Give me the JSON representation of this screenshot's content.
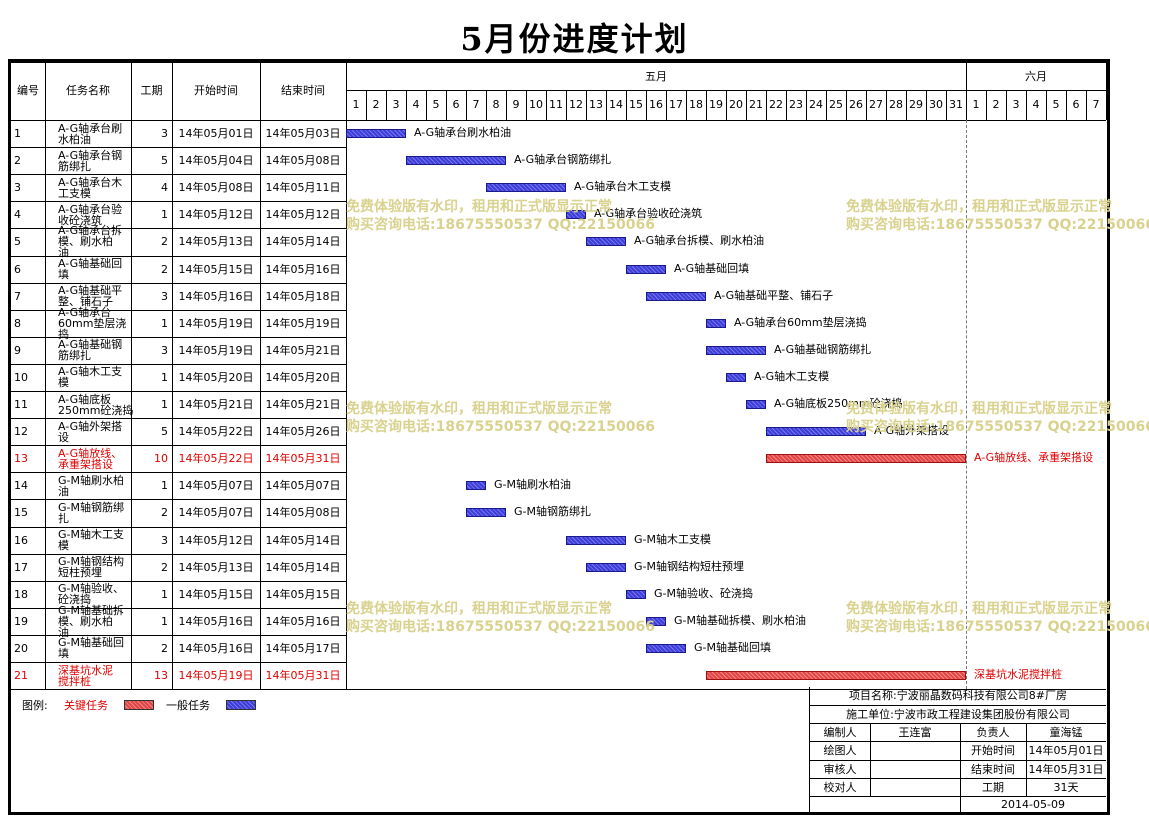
{
  "title": "5月份进度计划",
  "header": {
    "col_id": "编号",
    "col_name": "任务名称",
    "col_duration": "工期",
    "col_start": "开始时间",
    "col_end": "结束时间",
    "month1": "五月",
    "month2": "六月",
    "days1": [
      "1",
      "2",
      "3",
      "4",
      "5",
      "6",
      "7",
      "8",
      "9",
      "10",
      "11",
      "12",
      "13",
      "14",
      "15",
      "16",
      "17",
      "18",
      "19",
      "20",
      "21",
      "22",
      "23",
      "24",
      "25",
      "26",
      "27",
      "28",
      "29",
      "30",
      "31"
    ],
    "days2": [
      "1",
      "2",
      "3",
      "4",
      "5",
      "6",
      "7"
    ]
  },
  "tasks": [
    {
      "id": "1",
      "name": [
        "A-G轴承台刷",
        "水柏油"
      ],
      "duration": "3",
      "start": "14年05月01日",
      "end": "14年05月03日",
      "s": 1,
      "e": 3,
      "critical": false,
      "bar_label": "A-G轴承台刷水柏油"
    },
    {
      "id": "2",
      "name": [
        "A-G轴承台钢",
        "筋绑扎"
      ],
      "duration": "5",
      "start": "14年05月04日",
      "end": "14年05月08日",
      "s": 4,
      "e": 8,
      "critical": false,
      "bar_label": "A-G轴承台钢筋绑扎"
    },
    {
      "id": "3",
      "name": [
        "A-G轴承台木",
        "工支模"
      ],
      "duration": "4",
      "start": "14年05月08日",
      "end": "14年05月11日",
      "s": 8,
      "e": 11,
      "critical": false,
      "bar_label": "A-G轴承台木工支模"
    },
    {
      "id": "4",
      "name": [
        "A-G轴承台验",
        "收砼浇筑"
      ],
      "duration": "1",
      "start": "14年05月12日",
      "end": "14年05月12日",
      "s": 12,
      "e": 12,
      "critical": false,
      "bar_label": "A-G轴承台验收砼浇筑"
    },
    {
      "id": "5",
      "name": [
        "A-G轴承台拆",
        "模、刷水柏",
        "油"
      ],
      "duration": "2",
      "start": "14年05月13日",
      "end": "14年05月14日",
      "s": 13,
      "e": 14,
      "critical": false,
      "bar_label": "A-G轴承台拆模、刷水柏油"
    },
    {
      "id": "6",
      "name": [
        "A-G轴基础回",
        "填"
      ],
      "duration": "2",
      "start": "14年05月15日",
      "end": "14年05月16日",
      "s": 15,
      "e": 16,
      "critical": false,
      "bar_label": "A-G轴基础回填"
    },
    {
      "id": "7",
      "name": [
        "A-G轴基础平",
        "整、铺石子"
      ],
      "duration": "3",
      "start": "14年05月16日",
      "end": "14年05月18日",
      "s": 16,
      "e": 18,
      "critical": false,
      "bar_label": "A-G轴基础平整、铺石子"
    },
    {
      "id": "8",
      "name": [
        "A-G轴承台",
        "60mm垫层浇",
        "捣"
      ],
      "duration": "1",
      "start": "14年05月19日",
      "end": "14年05月19日",
      "s": 19,
      "e": 19,
      "critical": false,
      "bar_label": "A-G轴承台60mm垫层浇捣"
    },
    {
      "id": "9",
      "name": [
        "A-G轴基础钢",
        "筋绑扎"
      ],
      "duration": "3",
      "start": "14年05月19日",
      "end": "14年05月21日",
      "s": 19,
      "e": 21,
      "critical": false,
      "bar_label": "A-G轴基础钢筋绑扎"
    },
    {
      "id": "10",
      "name": [
        "A-G轴木工支",
        "模"
      ],
      "duration": "1",
      "start": "14年05月20日",
      "end": "14年05月20日",
      "s": 20,
      "e": 20,
      "critical": false,
      "bar_label": "A-G轴木工支模"
    },
    {
      "id": "11",
      "name": [
        "A-G轴底板",
        "250mm砼浇捣"
      ],
      "duration": "1",
      "start": "14年05月21日",
      "end": "14年05月21日",
      "s": 21,
      "e": 21,
      "critical": false,
      "bar_label": "A-G轴底板250mm砼浇捣"
    },
    {
      "id": "12",
      "name": [
        "A-G轴外架搭",
        "设"
      ],
      "duration": "5",
      "start": "14年05月22日",
      "end": "14年05月26日",
      "s": 22,
      "e": 26,
      "critical": false,
      "bar_label": "A-G轴外架搭设"
    },
    {
      "id": "13",
      "name": [
        "A-G轴放线、",
        "承重架搭设"
      ],
      "duration": "10",
      "start": "14年05月22日",
      "end": "14年05月31日",
      "s": 22,
      "e": 31,
      "critical": true,
      "bar_label": "A-G轴放线、承重架搭设"
    },
    {
      "id": "14",
      "name": [
        "G-M轴刷水柏",
        "油"
      ],
      "duration": "1",
      "start": "14年05月07日",
      "end": "14年05月07日",
      "s": 7,
      "e": 7,
      "critical": false,
      "bar_label": "G-M轴刷水柏油"
    },
    {
      "id": "15",
      "name": [
        "G-M轴钢筋绑",
        "扎"
      ],
      "duration": "2",
      "start": "14年05月07日",
      "end": "14年05月08日",
      "s": 7,
      "e": 8,
      "critical": false,
      "bar_label": "G-M轴钢筋绑扎"
    },
    {
      "id": "16",
      "name": [
        "G-M轴木工支",
        "模"
      ],
      "duration": "3",
      "start": "14年05月12日",
      "end": "14年05月14日",
      "s": 12,
      "e": 14,
      "critical": false,
      "bar_label": "G-M轴木工支模"
    },
    {
      "id": "17",
      "name": [
        "G-M轴钢结构",
        "短柱预埋"
      ],
      "duration": "2",
      "start": "14年05月13日",
      "end": "14年05月14日",
      "s": 13,
      "e": 14,
      "critical": false,
      "bar_label": "G-M轴钢结构短柱预埋"
    },
    {
      "id": "18",
      "name": [
        "G-M轴验收、",
        "砼浇捣"
      ],
      "duration": "1",
      "start": "14年05月15日",
      "end": "14年05月15日",
      "s": 15,
      "e": 15,
      "critical": false,
      "bar_label": "G-M轴验收、砼浇捣"
    },
    {
      "id": "19",
      "name": [
        "G-M轴基础拆",
        "模、刷水柏",
        "油"
      ],
      "duration": "1",
      "start": "14年05月16日",
      "end": "14年05月16日",
      "s": 16,
      "e": 16,
      "critical": false,
      "bar_label": "G-M轴基础拆模、刷水柏油"
    },
    {
      "id": "20",
      "name": [
        "G-M轴基础回",
        "填"
      ],
      "duration": "2",
      "start": "14年05月16日",
      "end": "14年05月17日",
      "s": 16,
      "e": 17,
      "critical": false,
      "bar_label": "G-M轴基础回填"
    },
    {
      "id": "21",
      "name": [
        "深基坑水泥",
        "搅拌桩"
      ],
      "duration": "13",
      "start": "14年05月19日",
      "end": "14年05月31日",
      "s": 19,
      "e": 31,
      "critical": true,
      "bar_label": "深基坑水泥搅拌桩"
    }
  ],
  "watermark": {
    "line1": "免费体验版有水印，租用和正式版显示正常",
    "line2": "购买咨询电话:18675550537 QQ:22150066"
  },
  "legend": {
    "label": "图例:",
    "critical": "关键任务",
    "normal": "一般任务"
  },
  "info": {
    "project_label": "项目名称:",
    "project": "宁波丽晶数码科技有限公司8#厂房",
    "unit_label": "施工单位:",
    "unit": "宁波市政工程建设集团股份有限公司",
    "editor_label": "编制人",
    "editor": "王连富",
    "owner_label": "负责人",
    "owner": "童海锰",
    "drawer_label": "绘图人",
    "reviewer_label": "审核人",
    "checker_label": "校对人",
    "start_label": "开始时间",
    "start": "14年05月01日",
    "end_label": "结束时间",
    "end": "14年05月31日",
    "duration_label": "工期",
    "duration": "31天",
    "date": "2014-05-09"
  },
  "colors": {
    "normal": "#3d3dd8",
    "critical": "#e24545",
    "watermark": "#d9d28f"
  }
}
